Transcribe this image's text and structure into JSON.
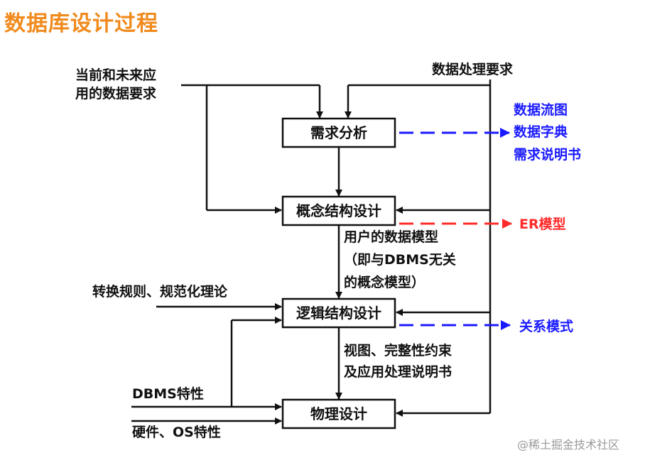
{
  "title": "数据库设计过程",
  "inputs": {
    "req_line1": "当前和未来应",
    "req_line2": "用的数据要求",
    "processing": "数据处理要求",
    "rules": "转换规则、规范化理论",
    "dbms": "DBMS特性",
    "hardware": "硬件、OS特性"
  },
  "boxes": {
    "analysis": "需求分析",
    "conceptual": "概念结构设计",
    "logical": "逻辑结构设计",
    "physical": "物理设计"
  },
  "intermediate": {
    "user_model_l1": "用户的数据模型",
    "user_model_l2": "（即与DBMS无关",
    "user_model_l3": "的概念模型）",
    "view_l1": "视图、完整性约束",
    "view_l2": "及应用处理说明书"
  },
  "outputs": {
    "dfd": "数据流图",
    "dict": "数据字典",
    "spec": "需求说明书",
    "er": "ER模型",
    "relational": "关系模式"
  },
  "colors": {
    "title": "#f08a1c",
    "blue": "#1a1aff",
    "red": "#ff2a2a"
  },
  "watermark": "@稀土掘金技术社区"
}
